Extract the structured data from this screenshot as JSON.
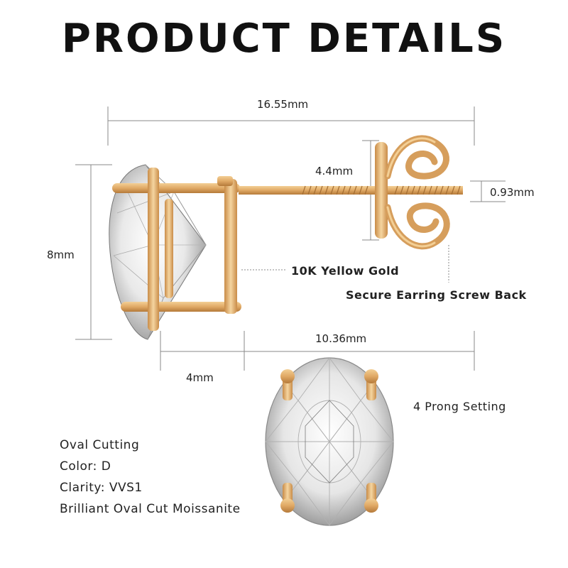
{
  "title": "PRODUCT DETAILS",
  "dimensions": {
    "total_length": "16.55mm",
    "back_height": "4.4mm",
    "post_diameter": "0.93mm",
    "stone_height": "8mm",
    "post_length": "10.36mm",
    "setting_depth": "4mm"
  },
  "callouts": {
    "metal": "10K Yellow Gold",
    "back": "Secure Earring Screw Back",
    "setting": "4 Prong Setting"
  },
  "specs": [
    "Oval Cutting",
    "Color: D",
    "Clarity: VVS1",
    "Brilliant Oval Cut Moissanite"
  ],
  "colors": {
    "gold": "#e0a965",
    "gold_dark": "#b57a3a",
    "dimension_line": "#888888"
  },
  "icons": [
    "round-stud-earring-icon",
    "screw-back-icon",
    "oval-stud-earring-icon"
  ]
}
